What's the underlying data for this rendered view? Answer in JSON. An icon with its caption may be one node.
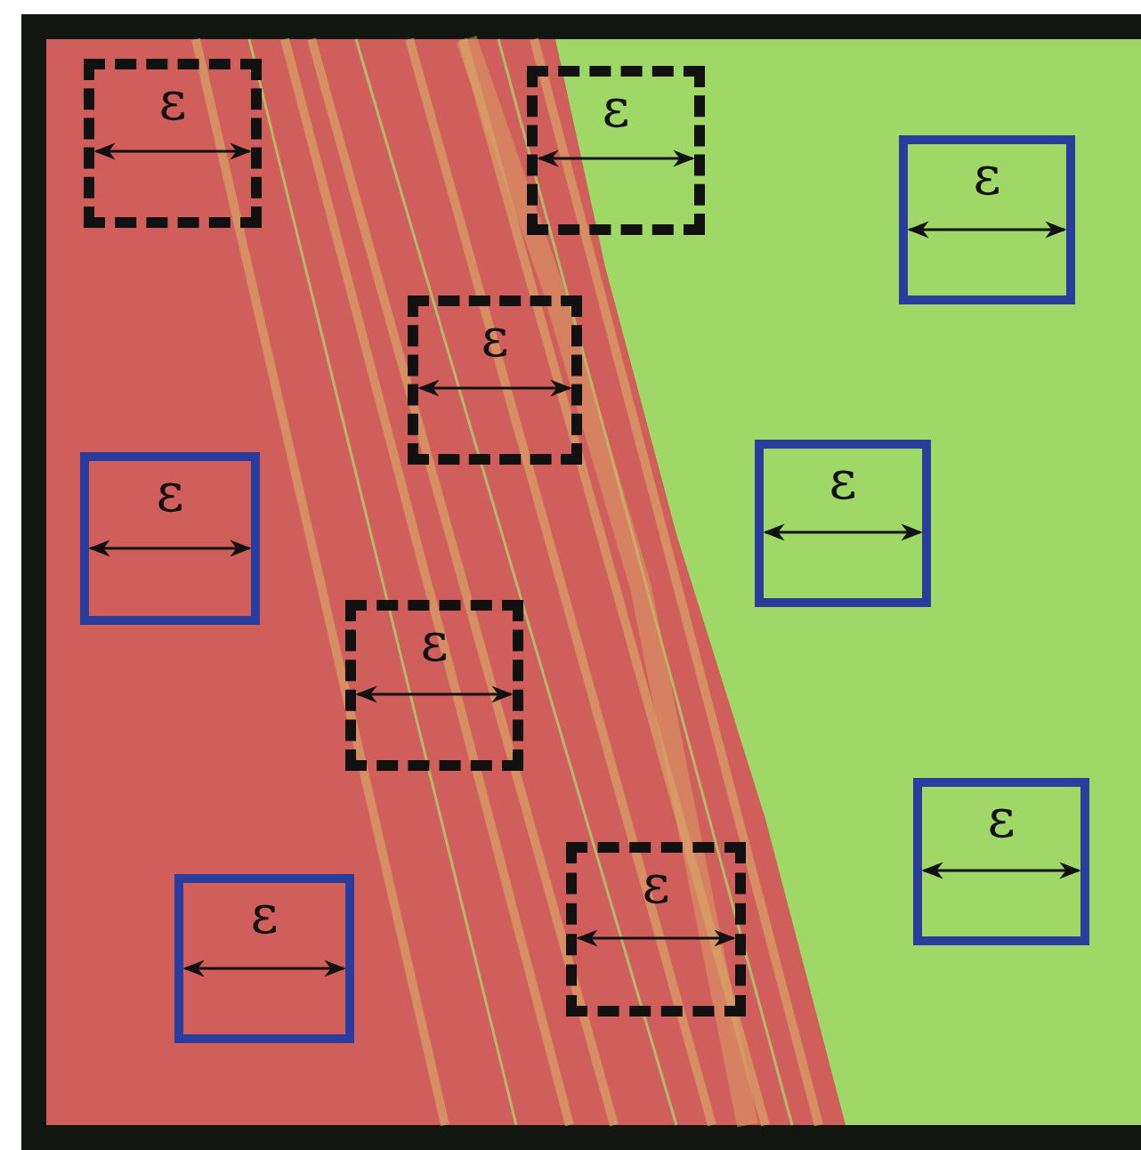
{
  "diagram": {
    "nodes": [
      {
        "text": [
          "ε"
        ]
      },
      {
        "text": [
          "ε"
        ]
      },
      {
        "text": [
          "ε"
        ]
      },
      {
        "text": [
          "ε"
        ]
      },
      {
        "text": [
          "ε"
        ]
      },
      {
        "text": [
          "ε"
        ]
      },
      {
        "text": [
          "ε"
        ]
      },
      {
        "text": [
          "ε"
        ]
      },
      {
        "text": [
          "ε"
        ]
      },
      {
        "text": [
          "ε"
        ]
      }
    ]
  }
}
